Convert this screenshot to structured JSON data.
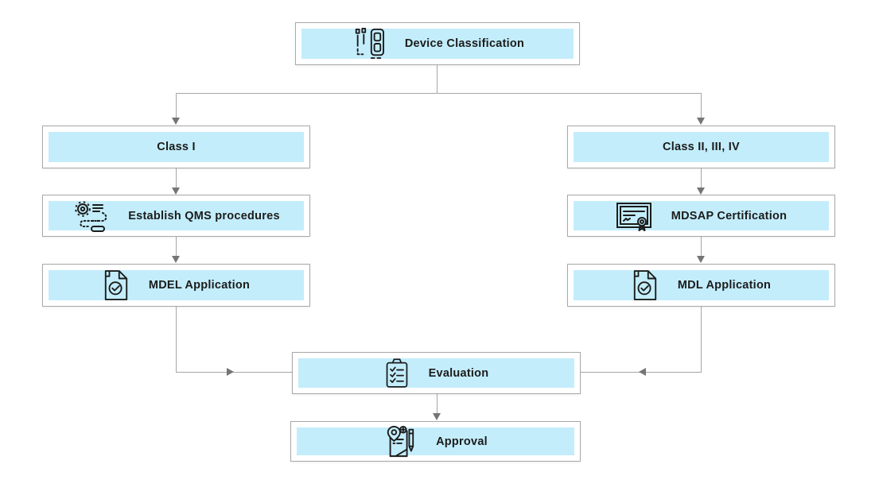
{
  "flowchart": {
    "nodes": {
      "device_classification": {
        "label": "Device Classification",
        "icon": "medical-devices-icon"
      },
      "class_i": {
        "label": "Class I",
        "icon": null
      },
      "class_ii_iii_iv": {
        "label": "Class II, III, IV",
        "icon": null
      },
      "establish_qms": {
        "label": "Establish QMS procedures",
        "icon": "gear-process-icon"
      },
      "mdsap_certification": {
        "label": "MDSAP Certification",
        "icon": "certificate-icon"
      },
      "mdel_application": {
        "label": "MDEL Application",
        "icon": "document-check-icon"
      },
      "mdl_application": {
        "label": "MDL Application",
        "icon": "document-check-icon"
      },
      "evaluation": {
        "label": "Evaluation",
        "icon": "clipboard-checklist-icon"
      },
      "approval": {
        "label": "Approval",
        "icon": "approved-document-icon"
      }
    },
    "edges": [
      {
        "from": "device_classification",
        "to": "class_i"
      },
      {
        "from": "device_classification",
        "to": "class_ii_iii_iv"
      },
      {
        "from": "class_i",
        "to": "establish_qms"
      },
      {
        "from": "establish_qms",
        "to": "mdel_application"
      },
      {
        "from": "class_ii_iii_iv",
        "to": "mdsap_certification"
      },
      {
        "from": "mdsap_certification",
        "to": "mdl_application"
      },
      {
        "from": "mdel_application",
        "to": "evaluation"
      },
      {
        "from": "mdl_application",
        "to": "evaluation"
      },
      {
        "from": "evaluation",
        "to": "approval"
      }
    ],
    "colors": {
      "node_fill": "#c3edfb",
      "node_border": "#a8a8a8",
      "connector_line": "#a6a6a6",
      "arrowhead": "#757575",
      "text": "#1c1c1c",
      "background": "#ffffff"
    }
  }
}
